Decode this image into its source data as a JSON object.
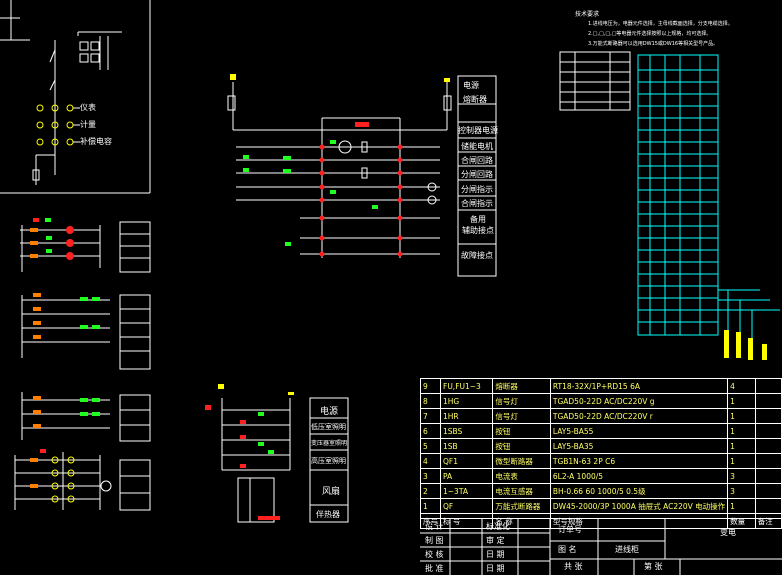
{
  "left_diagram": {
    "labels": [
      "仪表",
      "计量",
      "补偿电容"
    ]
  },
  "center_diagram": {
    "labels": [
      "电源",
      "熔断器",
      "控制器电源",
      "储能电机",
      "合闸回路",
      "分闸回路",
      "分闸指示",
      "合闸指示",
      "备用\n辅助接点",
      "故障接点"
    ]
  },
  "bottom_diagram": {
    "labels": [
      "电源",
      "低压室照明",
      "变压器室照明",
      "高压室照明",
      "风扇",
      "伴热器"
    ]
  },
  "notes": {
    "title": "技术要求",
    "lines": [
      "1.进线电压为，电器元件选择，主母线截面选择，分支电缆选择。",
      "2.□,□,□,□等电器元件选择按照以上规格，均可选择。",
      "3.万能式断路器可以选用DW15或DW16等相关型号产品。"
    ]
  },
  "bom": {
    "header": [
      "序号",
      "标 号",
      "名 称",
      "型号规格",
      "数量",
      "备注"
    ],
    "rows": [
      [
        "9",
        "FU,FU1~3",
        "熔断器",
        "RT18-32X/1P+RD15 6A",
        "4",
        ""
      ],
      [
        "8",
        "1HG",
        "信号灯",
        "TGAD50-22D AC/DC220V g",
        "1",
        ""
      ],
      [
        "7",
        "1HR",
        "信号灯",
        "TGAD50-22D AC/DC220V r",
        "1",
        ""
      ],
      [
        "6",
        "1SBS",
        "按钮",
        "LAY5-BA55",
        "1",
        ""
      ],
      [
        "5",
        "1SB",
        "按钮",
        "LAY5-BA35",
        "1",
        ""
      ],
      [
        "4",
        "QF1",
        "微型断路器",
        "TGB1N-63 2P C6",
        "1",
        ""
      ],
      [
        "3",
        "PA",
        "电流表",
        "6L2-A 1000/5",
        "3",
        ""
      ],
      [
        "2",
        "1~3TA",
        "电流互感器",
        "BH-0.66 60 1000/5 0.5级",
        "3",
        ""
      ],
      [
        "1",
        "QF",
        "万能式断路器",
        "DW45-2000/3P 1000A 抽屉式 AC220V 电动操作",
        "1",
        ""
      ]
    ]
  },
  "title_block": {
    "left_labels": [
      [
        "设 计",
        "标准化"
      ],
      [
        "制 图",
        "审 定"
      ],
      [
        "校 核",
        "日 期"
      ],
      [
        "批 准",
        "日 期"
      ]
    ],
    "order_label": "订单号",
    "drawing_name_label": "图 名",
    "drawing_name": "进线柜",
    "project": "变电",
    "sheet_total": "共 张",
    "sheet_no": "第 张"
  }
}
